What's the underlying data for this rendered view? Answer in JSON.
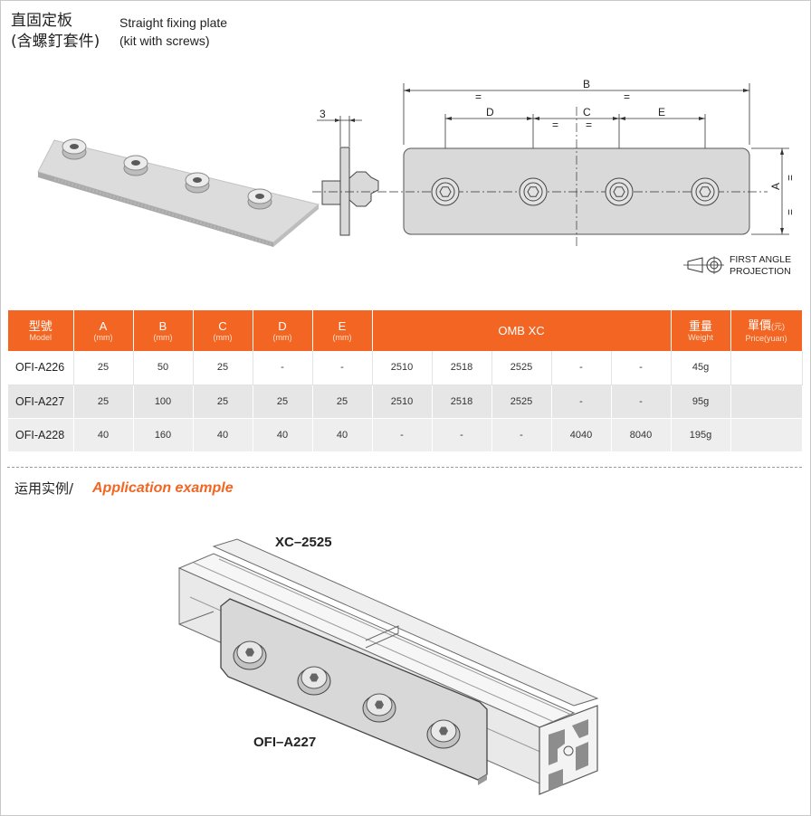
{
  "header": {
    "title_cn_1": "直固定板",
    "title_cn_2": "(含螺釘套件)",
    "title_en_1": "Straight fixing plate",
    "title_en_2": "(kit with screws)"
  },
  "drawing": {
    "dim_b": "B",
    "dim_c": "C",
    "dim_d": "D",
    "dim_e": "E",
    "dim_a": "A",
    "dim_3": "3",
    "eq": "=",
    "projection_1": "FIRST ANGLE",
    "projection_2": "PROJECTION"
  },
  "table": {
    "headers": {
      "model_cn": "型號",
      "model_en": "Model",
      "a": "A",
      "b": "B",
      "c": "C",
      "d": "D",
      "e": "E",
      "unit": "(mm)",
      "omb": "OMB  XC",
      "weight_cn": "重量",
      "weight_en": "Weight",
      "price_cn": "單價",
      "price_unit": "(元)",
      "price_en": "Price(yuan)"
    },
    "rows": [
      {
        "model": "OFI-A226",
        "a": "25",
        "b": "50",
        "c": "25",
        "d": "-",
        "e": "-",
        "o1": "2510",
        "o2": "2518",
        "o3": "2525",
        "o4": "-",
        "o5": "-",
        "weight": "45g",
        "price": ""
      },
      {
        "model": "OFI-A227",
        "a": "25",
        "b": "100",
        "c": "25",
        "d": "25",
        "e": "25",
        "o1": "2510",
        "o2": "2518",
        "o3": "2525",
        "o4": "-",
        "o5": "-",
        "weight": "95g",
        "price": ""
      },
      {
        "model": "OFI-A228",
        "a": "40",
        "b": "160",
        "c": "40",
        "d": "40",
        "e": "40",
        "o1": "-",
        "o2": "-",
        "o3": "-",
        "o4": "4040",
        "o5": "8040",
        "weight": "195g",
        "price": ""
      }
    ]
  },
  "application": {
    "title_cn": "运用实例/",
    "title_en": "Application example",
    "label_profile": "XC–2525",
    "label_plate": "OFI–A227"
  },
  "colors": {
    "accent": "#f26522",
    "plate": "#d9d9d9",
    "stripe": "#e6e6e6"
  }
}
